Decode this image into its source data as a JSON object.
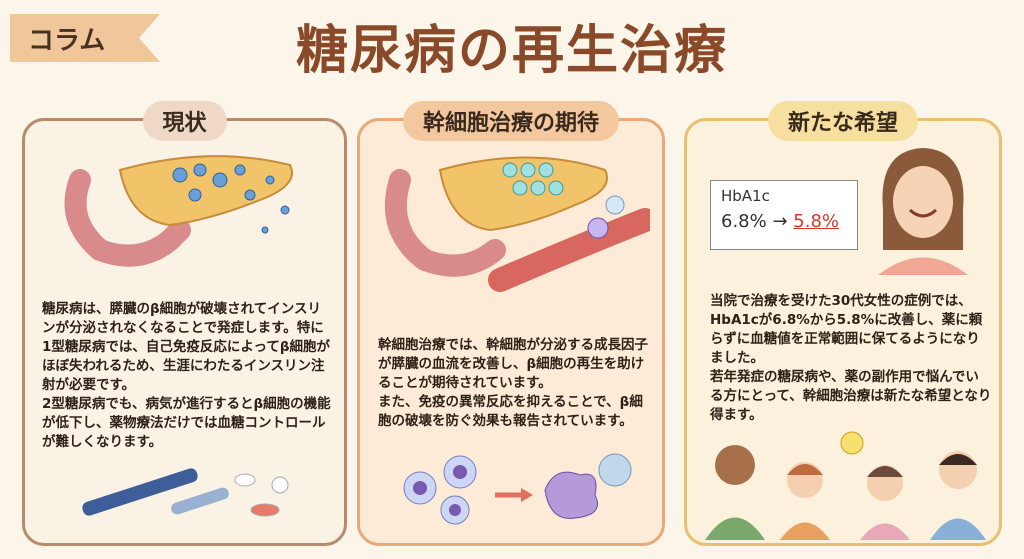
{
  "header": {
    "tag": "コラム",
    "title": "糖尿病の再生治療"
  },
  "cards": [
    {
      "heading": "現状",
      "paragraphs": [
        "糖尿病は、膵臓のβ細胞が破壊されてインスリンが分泌されなくなることで発症します。特に1型糖尿病では、自己免疫反応によってβ細胞がほぼ失われるため、生涯にわたるインスリン注射が必要です。",
        "2型糖尿病でも、病気が進行するとβ細胞の機能が低下し、薬物療法だけでは血糖コントロールが難しくなります。"
      ]
    },
    {
      "heading": "幹細胞治療の期待",
      "paragraphs": [
        "幹細胞治療では、幹細胞が分泌する成長因子が膵臓の血流を改善し、β細胞の再生を助けることが期待されています。",
        "また、免疫の異常反応を抑えることで、β細胞の破壊を防ぐ効果も報告されています。"
      ]
    },
    {
      "heading": "新たな希望",
      "paragraphs": [
        "当院で治療を受けた30代女性の症例では、HbA1cが6.8%から5.8%に改善し、薬に頼らずに血糖値を正常範囲に保てるようになりました。",
        "若年発症の糖尿病や、薬の副作用で悩んでいる方にとって、幹細胞治療は新たな希望となり得ます。"
      ]
    }
  ],
  "hba1c": {
    "label": "HbA1c",
    "before": "6.8%",
    "arrow": "→",
    "after": "5.8%"
  },
  "colors": {
    "title": "#8a4a2a",
    "accent_red": "#d23a2a"
  }
}
